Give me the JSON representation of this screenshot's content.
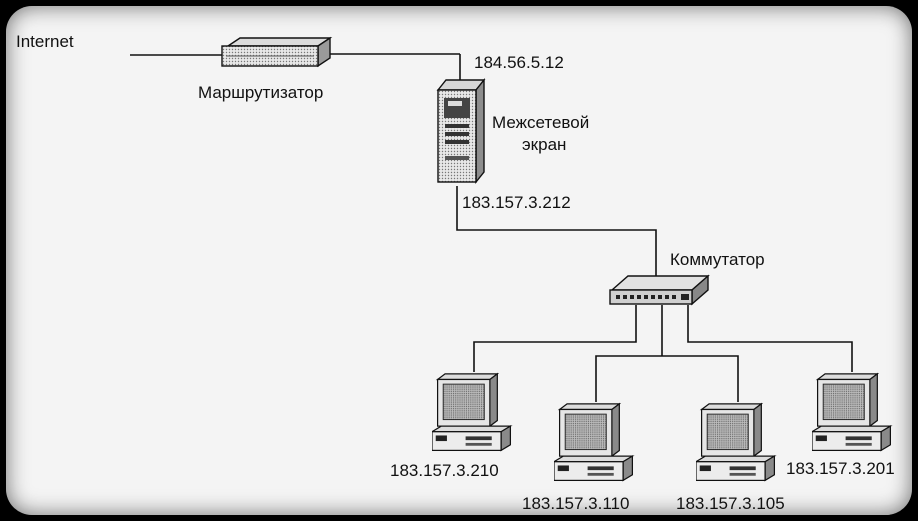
{
  "labels": {
    "internet": "Internet",
    "router": "Маршрутизатор",
    "router_ip": "184.56.5.12",
    "firewall_line1": "Межсетевой",
    "firewall_line2": "экран",
    "firewall_ip": "183.157.3.212",
    "switch": "Коммутатор"
  },
  "computers": [
    {
      "ip": "183.157.3.210"
    },
    {
      "ip": "183.157.3.110"
    },
    {
      "ip": "183.157.3.105"
    },
    {
      "ip": "183.157.3.201"
    }
  ],
  "icons": [
    "router-icon",
    "firewall-icon",
    "switch-icon",
    "computer-icon"
  ]
}
